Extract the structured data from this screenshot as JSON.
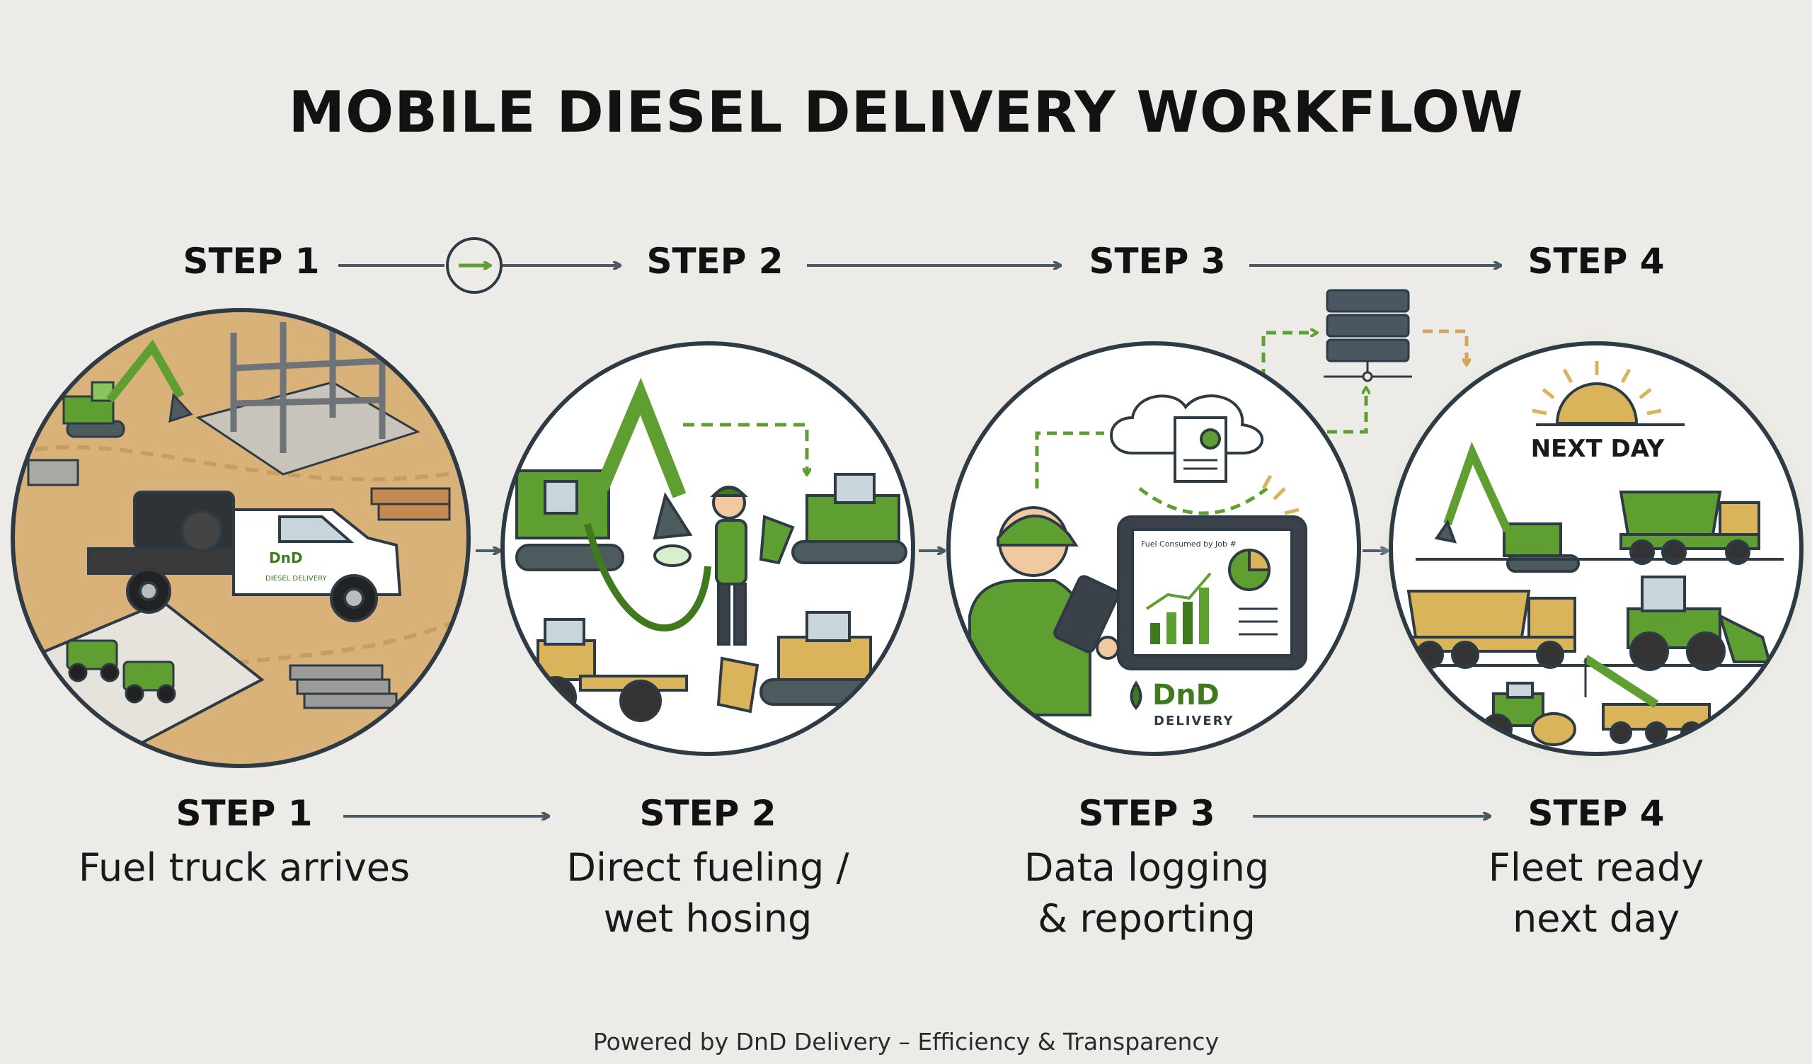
{
  "title": "MOBILE DIESEL DELIVERY WORKFLOW",
  "steps": [
    {
      "label": "STEP 1",
      "description_lines": [
        "Fuel truck arrives"
      ]
    },
    {
      "label": "STEP 2",
      "description_lines": [
        "Direct fueling /",
        "wet hosing"
      ]
    },
    {
      "label": "STEP 3",
      "description_lines": [
        "Data logging",
        "& reporting"
      ]
    },
    {
      "label": "STEP 4",
      "description_lines": [
        "Fleet ready",
        "next day"
      ]
    }
  ],
  "truck_logo_text": "DnD",
  "truck_door_text": "DIESEL DELIVERY",
  "tablet_heading": "Fuel Consumed by Job #",
  "brand_logo": {
    "name": "DnD",
    "subtitle": "DELIVERY"
  },
  "next_day_label": "NEXT DAY",
  "footer": "Powered by DnD Delivery – Efficiency & Transparency",
  "colors": {
    "accent_green": "#5f9f32",
    "dark_green": "#3f7a1f",
    "sand": "#d9b27a",
    "equipment_yellow": "#d9b45a",
    "arrow_gray": "#4c5a66",
    "outline": "#2e3a44"
  },
  "icons": [
    "excavator-icon",
    "building-frame-icon",
    "fuel-truck-icon",
    "utility-vehicle-icon",
    "fuel-hose-icon",
    "worker-icon",
    "bulldozer-icon",
    "grader-icon",
    "cloud-icon",
    "document-icon",
    "server-icon",
    "tablet-icon",
    "sun-icon",
    "dump-truck-icon",
    "loader-icon",
    "roller-icon",
    "crane-icon"
  ]
}
